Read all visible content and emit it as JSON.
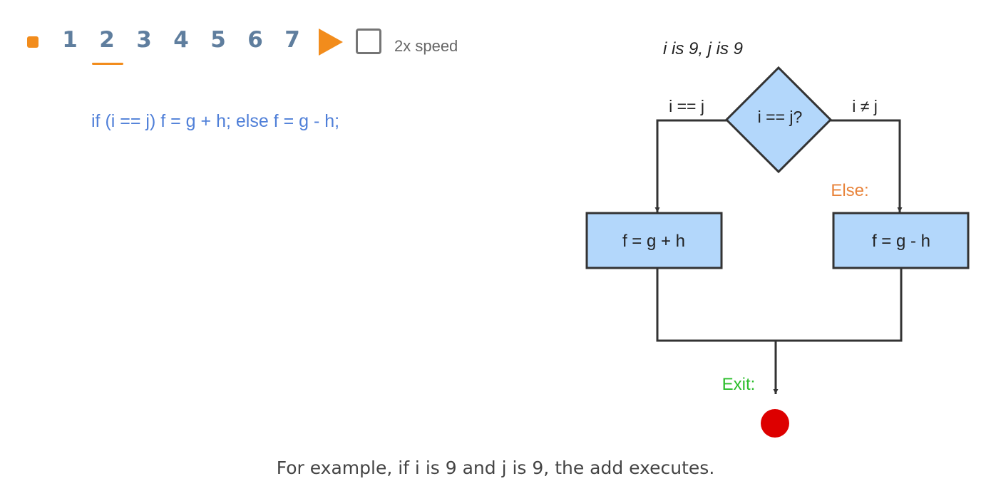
{
  "controls": {
    "steps": [
      "1",
      "2",
      "3",
      "4",
      "5",
      "6",
      "7"
    ],
    "active_step": "2",
    "speed_label": "2x speed",
    "speed_checked": false
  },
  "code": {
    "line": "if (i == j) f = g + h; else f = g - h;"
  },
  "diagram": {
    "state_label": "i is 9, j is 9",
    "decision": "i == j?",
    "true_branch": "i == j",
    "false_branch": "i ≠ j",
    "then_box": "f = g + h",
    "else_box": "f = g - h",
    "else_label": "Else:",
    "exit_label": "Exit:"
  },
  "caption": "For example, if i is 9 and j is 9, the add executes.",
  "colors": {
    "accent": "#f28c1c",
    "step_text": "#5f7e9e",
    "code_text": "#4f7fd8",
    "box_fill": "#b3d7fb",
    "box_stroke": "#333333",
    "else_label": "#e8833a",
    "exit_label": "#2bbd2b",
    "exit_dot": "#dd0000"
  }
}
